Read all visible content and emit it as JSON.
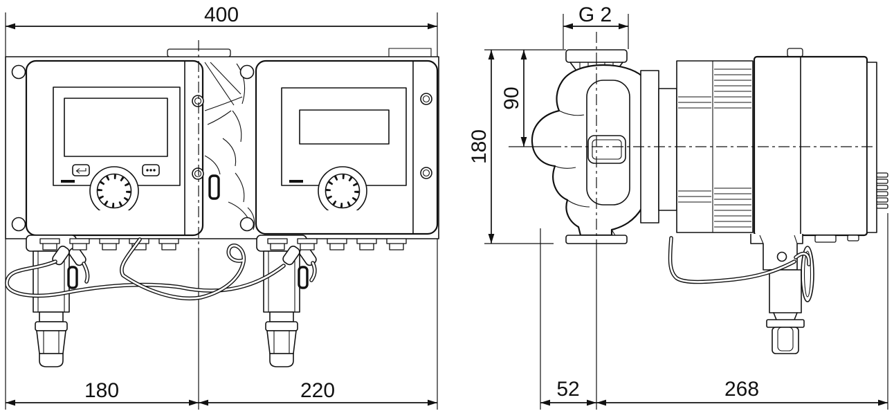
{
  "page": {
    "background": "#ffffff",
    "line_color": "#111111",
    "description_visible_text_only": true
  },
  "dimensions": {
    "front": {
      "overall_width": "400",
      "pump1_width": "180",
      "pump2_width": "220"
    },
    "side": {
      "port_thread": "G 2",
      "port_to_axis": "90",
      "overall_height": "180",
      "axis_to_plate": "52",
      "depth": "268"
    }
  }
}
